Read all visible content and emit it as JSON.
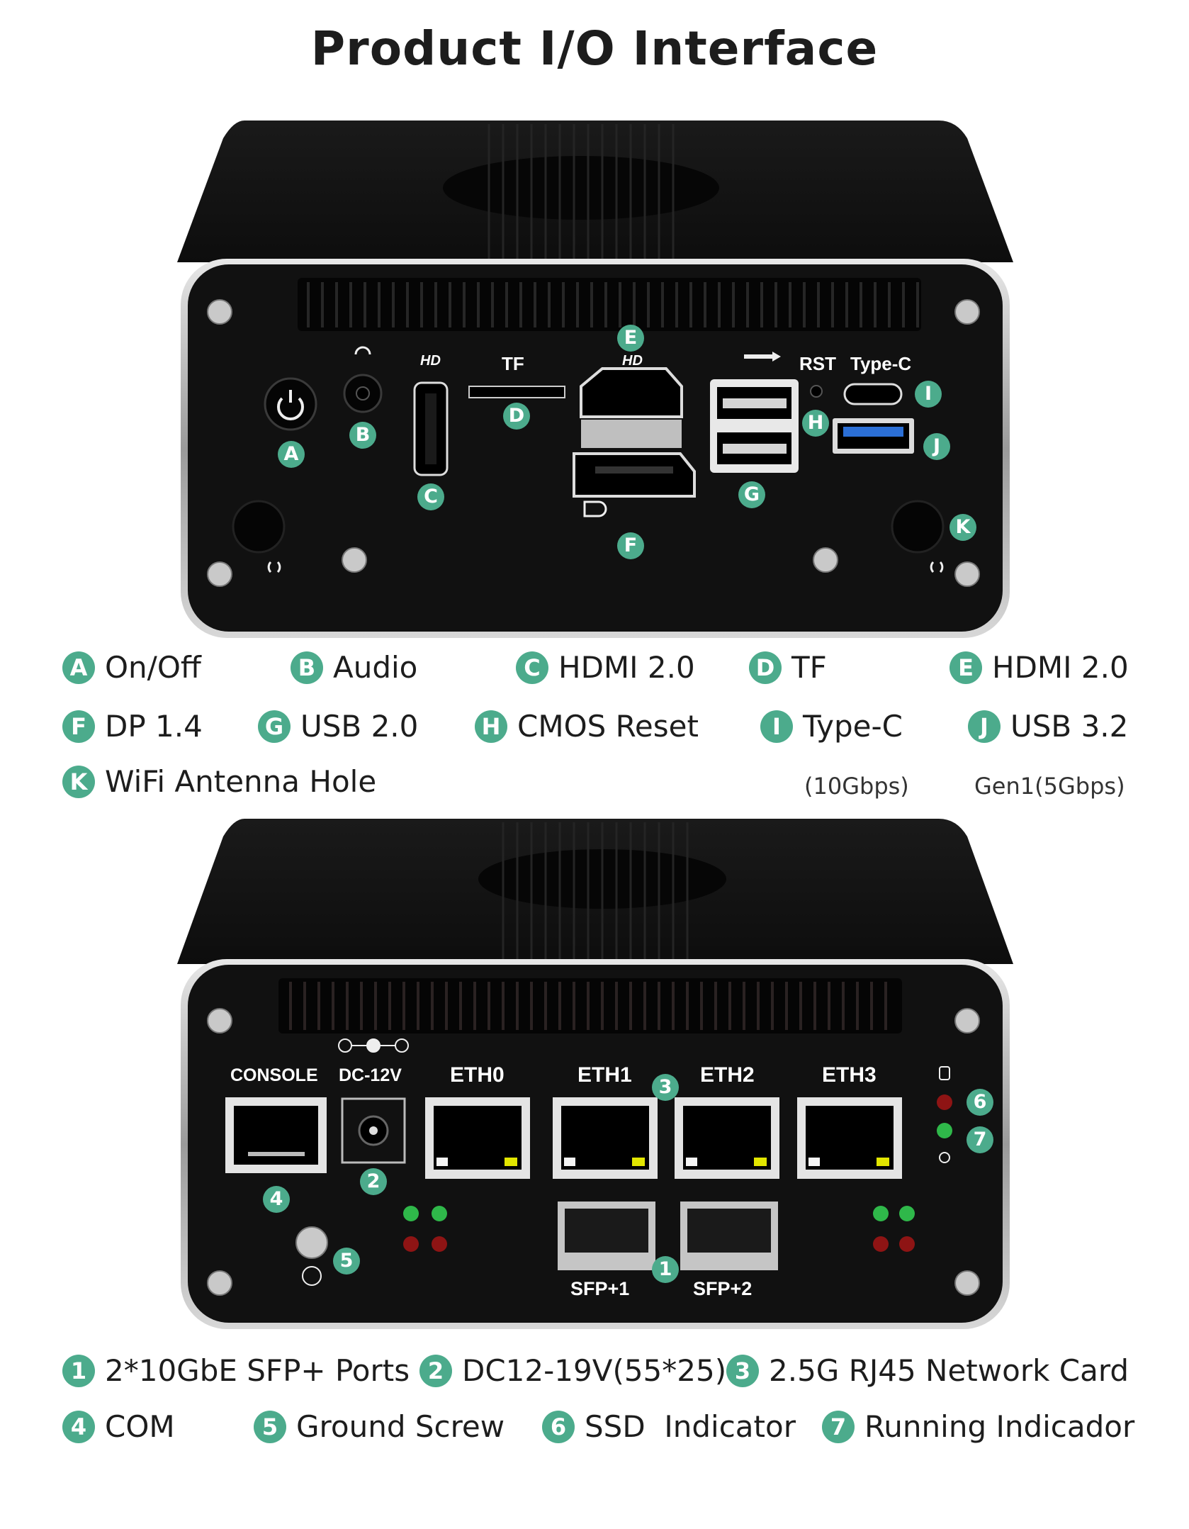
{
  "title": "Product I/O Interface",
  "top_panel": {
    "port_labels": {
      "tf": "TF",
      "rst": "RST",
      "typec": "Type-C",
      "hd1": "HD",
      "hd2": "HD"
    },
    "badges": [
      "A",
      "B",
      "C",
      "D",
      "E",
      "F",
      "G",
      "H",
      "I",
      "J",
      "K"
    ],
    "legend": [
      {
        "letter": "A",
        "label": "On/Off"
      },
      {
        "letter": "B",
        "label": "Audio"
      },
      {
        "letter": "C",
        "label": "HDMI 2.0"
      },
      {
        "letter": "D",
        "label": "TF"
      },
      {
        "letter": "E",
        "label": "HDMI 2.0"
      },
      {
        "letter": "F",
        "label": "DP 1.4"
      },
      {
        "letter": "G",
        "label": "USB 2.0"
      },
      {
        "letter": "H",
        "label": "CMOS Reset"
      },
      {
        "letter": "I",
        "label": "Type-C"
      },
      {
        "letter": "J",
        "label": "USB 3.2"
      },
      {
        "letter": "K",
        "label": "WiFi Antenna Hole"
      }
    ],
    "sublabels": {
      "i": "(10Gbps)",
      "j": "Gen1(5Gbps)"
    }
  },
  "bottom_panel": {
    "port_labels": {
      "console": "CONSOLE",
      "dc": "DC-12V",
      "eth0": "ETH0",
      "eth1": "ETH1",
      "eth2": "ETH2",
      "eth3": "ETH3",
      "sfp1": "SFP+1",
      "sfp2": "SFP+2"
    },
    "badges": [
      "1",
      "2",
      "3",
      "4",
      "5",
      "6",
      "7"
    ],
    "legend": [
      {
        "num": "1",
        "label": "2*10GbE SFP+ Ports"
      },
      {
        "num": "2",
        "label": "DC12-19V(55*25)"
      },
      {
        "num": "3",
        "label": "2.5G RJ45 Network Card"
      },
      {
        "num": "4",
        "label": "COM"
      },
      {
        "num": "5",
        "label": "Ground Screw"
      },
      {
        "num": "6",
        "label": "SSD  Indicator"
      },
      {
        "num": "7",
        "label": "Running Indicador"
      }
    ]
  },
  "colors": {
    "accent": "#4cab8c",
    "body": "#151515",
    "led_green": "#2fb84a",
    "led_red": "#8e1414",
    "led_yellow": "#e2e600",
    "usb3": "#2b6fd6"
  }
}
